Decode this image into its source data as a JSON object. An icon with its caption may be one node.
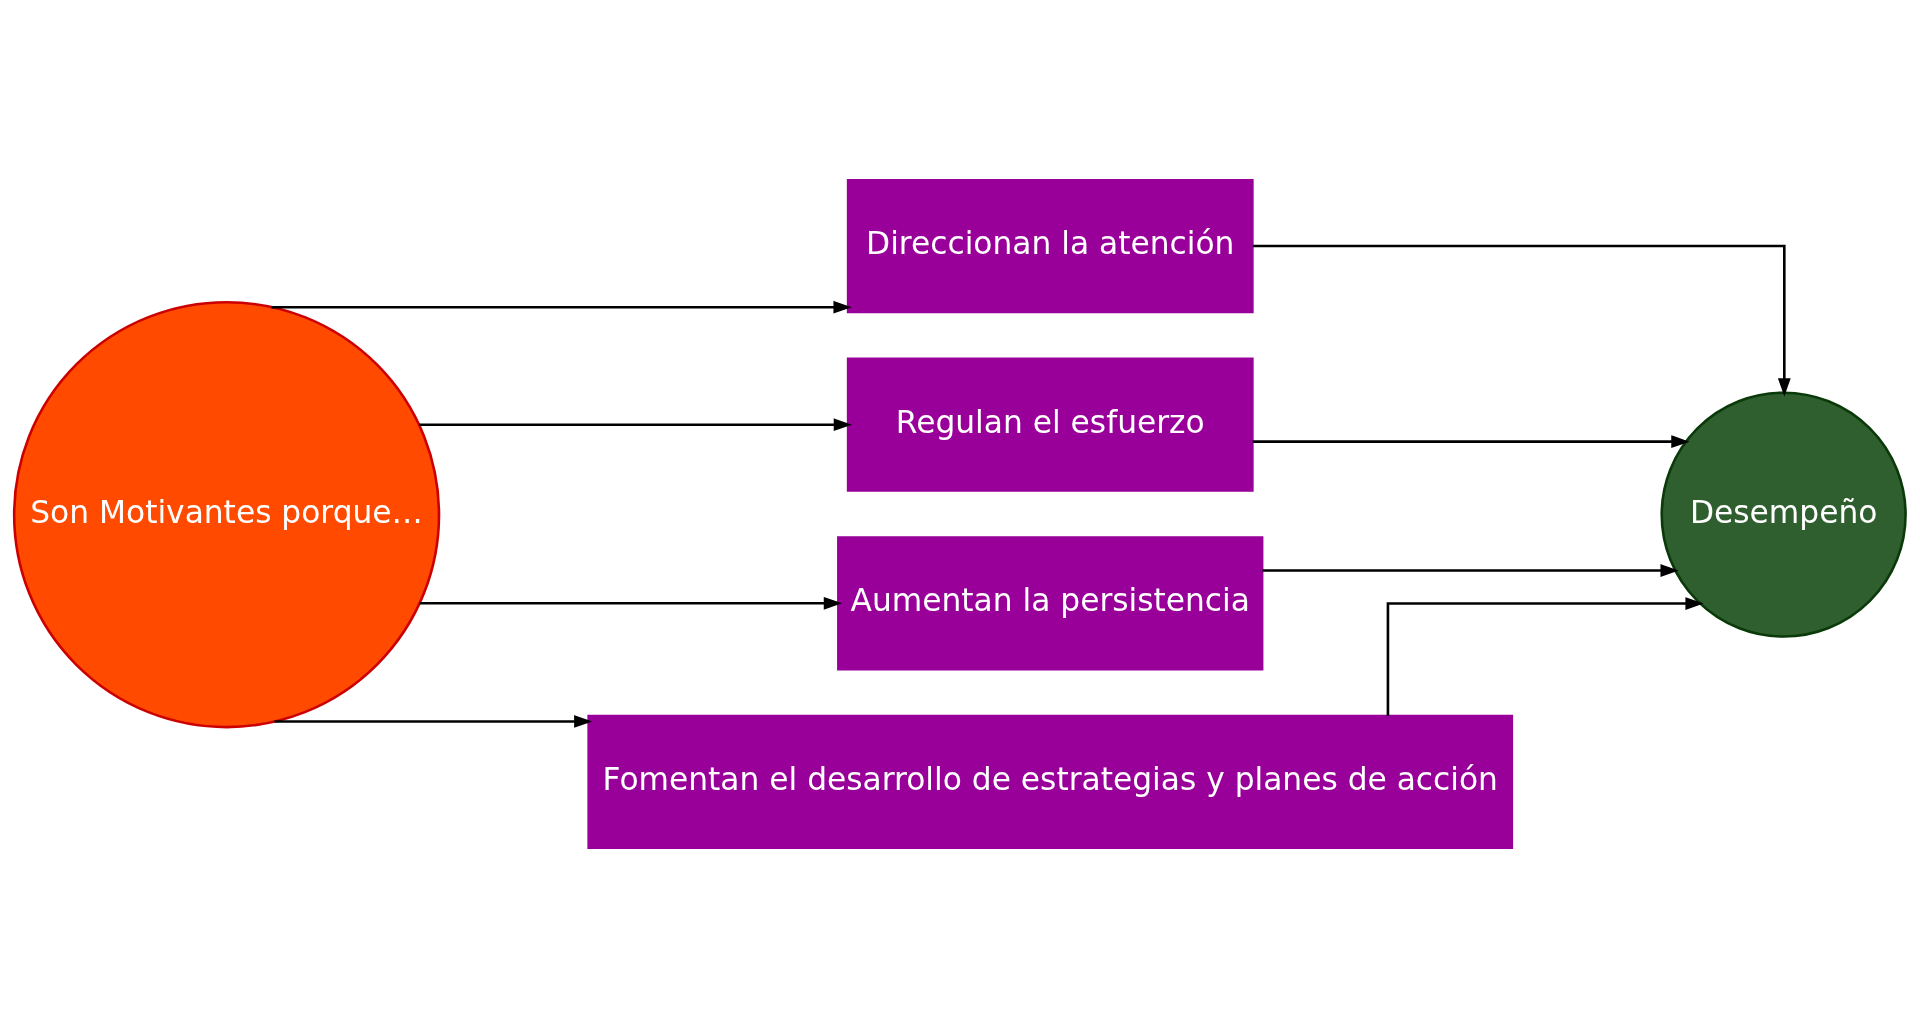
{
  "diagram": {
    "nodes": [
      {
        "text": [
          "Son Motivantes porque…"
        ]
      },
      {
        "text": [
          "Direccionan la atención"
        ]
      },
      {
        "text": [
          "Regulan el esfuerzo"
        ]
      },
      {
        "text": [
          "Aumentan la persistencia"
        ]
      },
      {
        "text": [
          "Fomentan el desarrollo de estrategias y planes de acción"
        ]
      },
      {
        "text": [
          "Desempeño"
        ]
      }
    ],
    "edges": [
      {
        "from": 0,
        "to": 1,
        "arrow": "to"
      },
      {
        "from": 0,
        "to": 2,
        "arrow": "to"
      },
      {
        "from": 0,
        "to": 3,
        "arrow": "to"
      },
      {
        "from": 0,
        "to": 4,
        "arrow": "to"
      },
      {
        "from": 1,
        "to": 5,
        "arrow": "to"
      },
      {
        "from": 2,
        "to": 5,
        "arrow": "to"
      },
      {
        "from": 3,
        "to": 5,
        "arrow": "to"
      },
      {
        "from": 4,
        "to": 5,
        "arrow": "to"
      }
    ]
  }
}
